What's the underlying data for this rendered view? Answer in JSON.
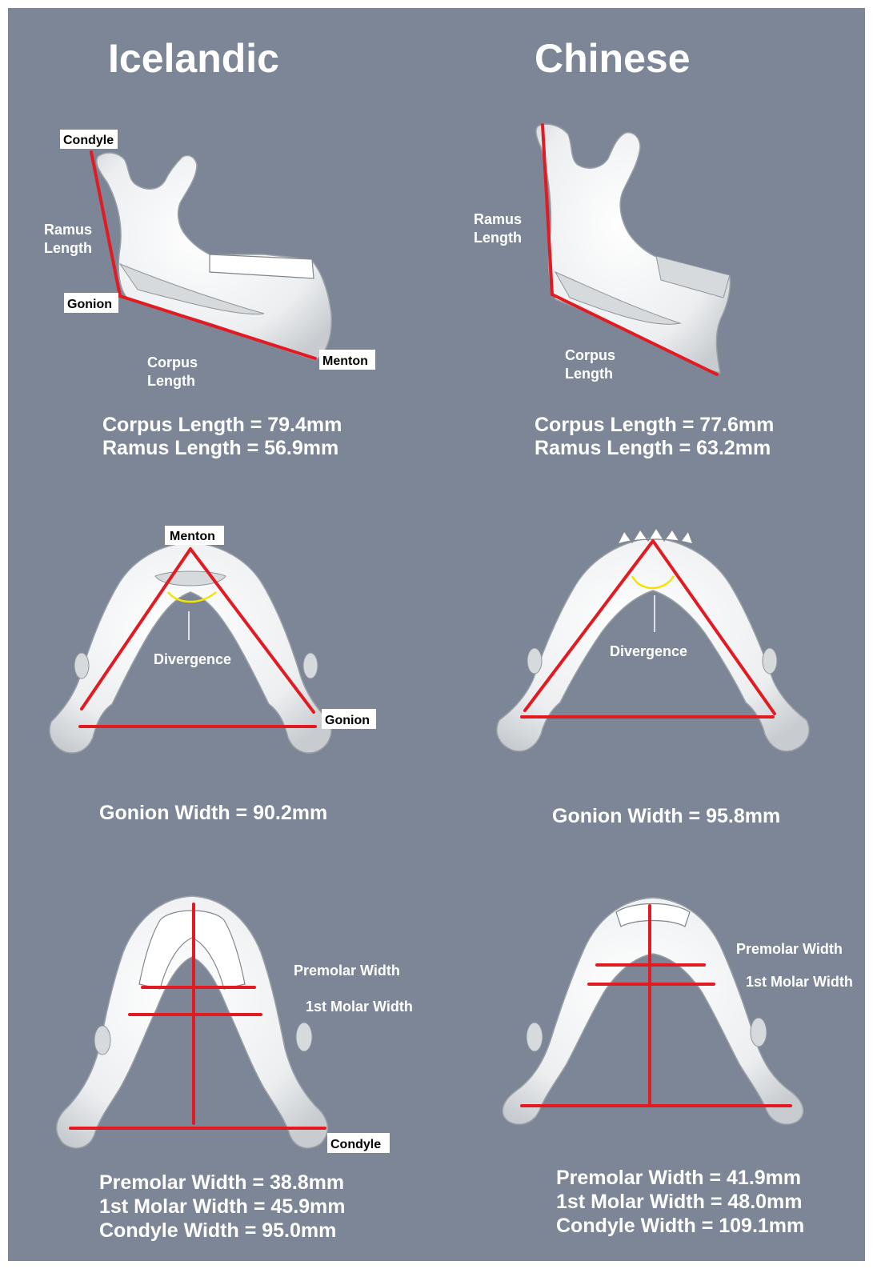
{
  "colors": {
    "background": "#7c8696",
    "border": "#ffffff",
    "line": "#e21b23",
    "divergence_curve": "#f2e400",
    "text": "#ffffff"
  },
  "columns": [
    {
      "title": "Icelandic",
      "lateral": {
        "labels": {
          "condyle": "Condyle",
          "ramus": [
            "Ramus",
            "Length"
          ],
          "gonion": "Gonion",
          "corpus": [
            "Corpus",
            "Length"
          ],
          "menton": "Menton"
        },
        "measurements": [
          "Corpus Length = 79.4mm",
          "Ramus Length = 56.9mm"
        ]
      },
      "inferior": {
        "labels": {
          "menton": "Menton",
          "divergence": "Divergence",
          "gonion": "Gonion"
        },
        "measurements": [
          "Gonion Width = 90.2mm"
        ]
      },
      "occlusal": {
        "labels": {
          "premolar": "Premolar Width",
          "molar": "1st Molar Width",
          "condyle": "Condyle"
        },
        "measurements": [
          "Premolar Width = 38.8mm",
          "1st Molar Width = 45.9mm",
          "Condyle Width = 95.0mm"
        ]
      }
    },
    {
      "title": "Chinese",
      "lateral": {
        "labels": {
          "ramus": [
            "Ramus",
            "Length"
          ],
          "corpus": [
            "Corpus",
            "Length"
          ]
        },
        "measurements": [
          "Corpus Length = 77.6mm",
          "Ramus Length = 63.2mm"
        ]
      },
      "inferior": {
        "labels": {
          "divergence": "Divergence"
        },
        "measurements": [
          "Gonion Width = 95.8mm"
        ]
      },
      "occlusal": {
        "labels": {
          "premolar": "Premolar Width",
          "molar": "1st Molar Width"
        },
        "measurements": [
          "Premolar Width = 41.9mm",
          "1st Molar Width = 48.0mm",
          "Condyle Width = 109.1mm"
        ]
      }
    }
  ]
}
